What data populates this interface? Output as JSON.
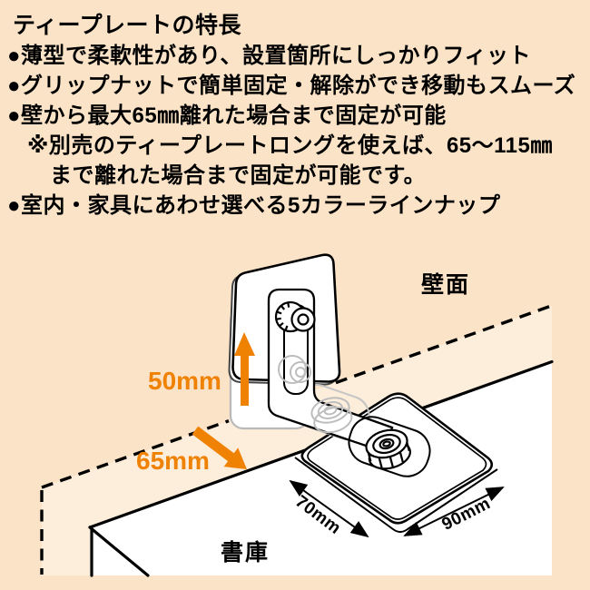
{
  "colors": {
    "background": "#FBE3C8",
    "gap_band": "#FDEEDC",
    "accent_orange": "#EF8103",
    "ink": "#000000",
    "ghost_gray": "#BDBDBD"
  },
  "features": {
    "title": "ティープレートの特長",
    "lines": [
      {
        "text": "●薄型で柔軟性があり、設置箇所にしっかりフィット",
        "indent": 0
      },
      {
        "text": "●グリップナットで簡単固定・解除ができ移動もスムーズ",
        "indent": 0
      },
      {
        "text": "●壁から最大65㎜離れた場合まで固定が可能",
        "indent": 0
      },
      {
        "text": "※別売のティープレートロングを使えば、65～115㎜",
        "indent": 1
      },
      {
        "text": "まで離れた場合まで固定が可能です。",
        "indent": 2
      },
      {
        "text": "●室内・家具にあわせ選べる5カラーラインナップ",
        "indent": 0
      }
    ]
  },
  "diagram": {
    "wall_label": "壁面",
    "cabinet_label": "書庫",
    "slide_range_label": "50mm",
    "wall_gap_label": "65mm",
    "plate_depth_label": "70mm",
    "plate_width_label": "90mm"
  }
}
